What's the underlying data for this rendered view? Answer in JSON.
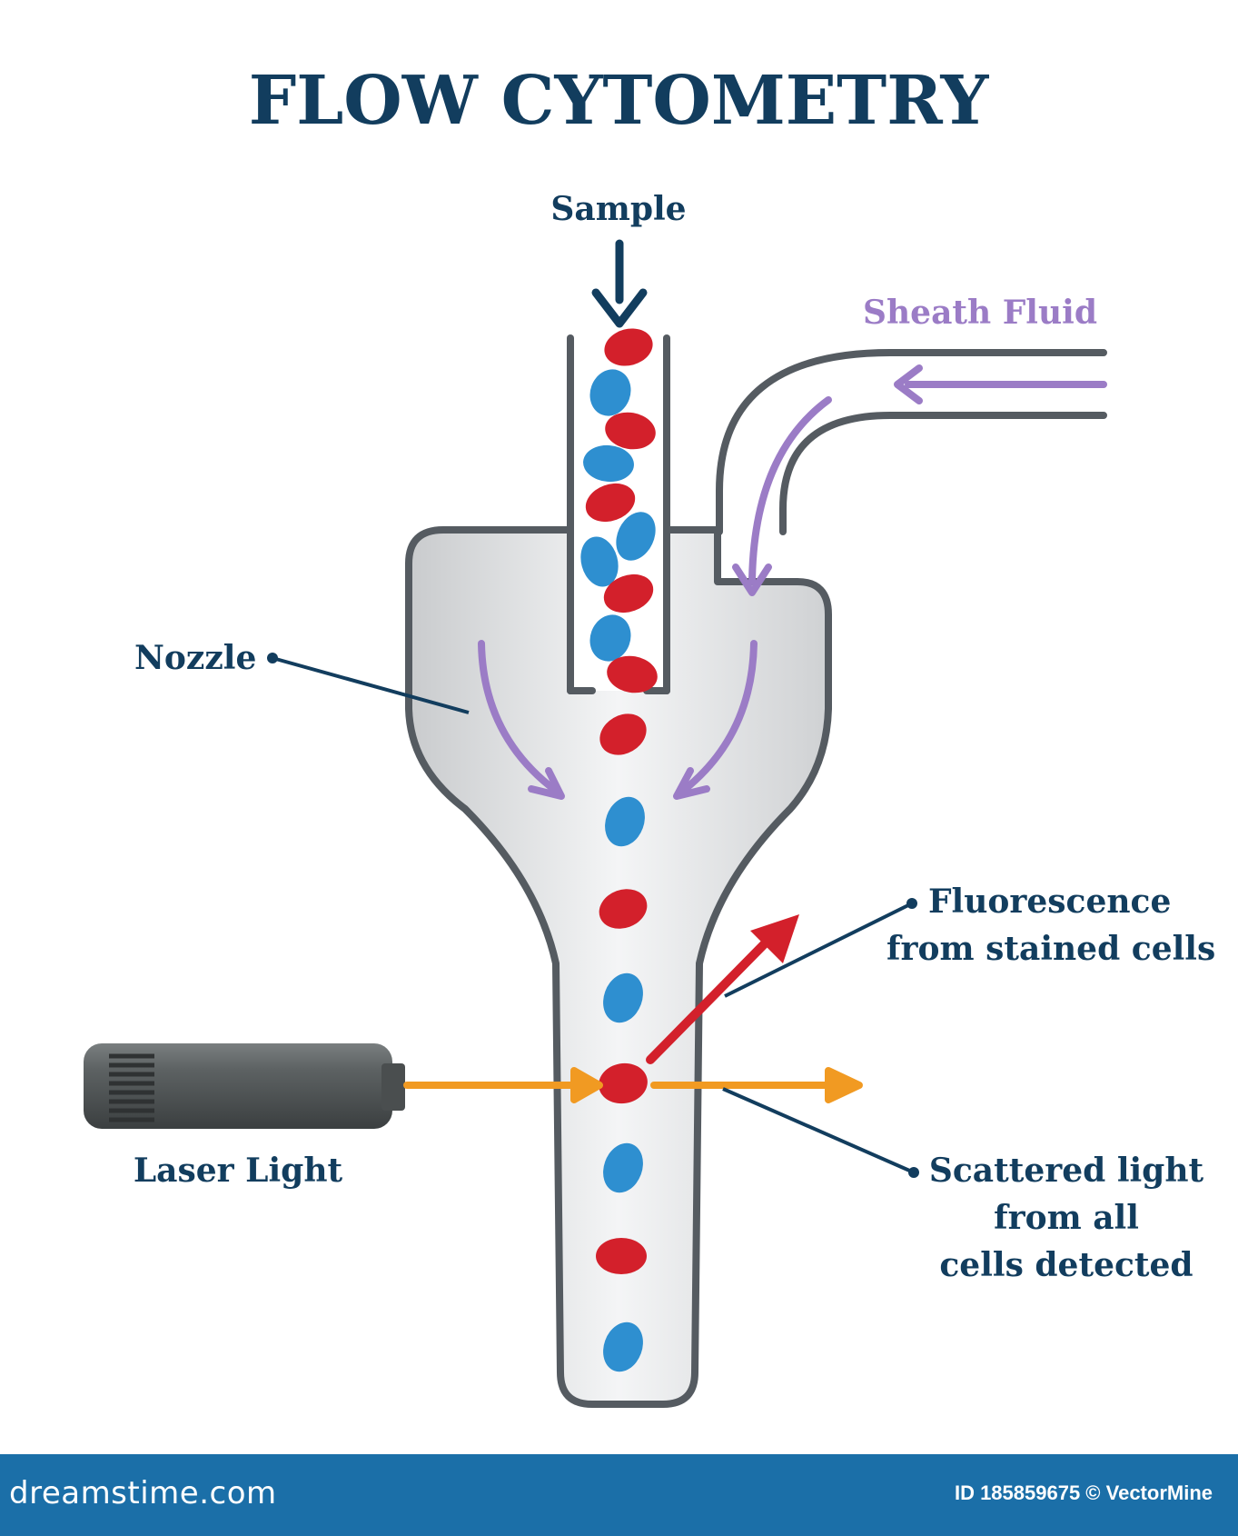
{
  "title": "FLOW CYTOMETRY",
  "labels": {
    "sample": "Sample",
    "sheath_fluid": "Sheath Fluid",
    "nozzle": "Nozzle",
    "fluorescence_line1": "Fluorescence",
    "fluorescence_line2": "from stained cells",
    "laser": "Laser Light",
    "scattered_line1": "Scattered light",
    "scattered_line2": "from all",
    "scattered_line3": "cells detected"
  },
  "footer": {
    "site": "dreamstime.com",
    "id_text": "ID 185859675 © VectorMine"
  },
  "colors": {
    "navy": "#123d5e",
    "purple": "#9b7cc6",
    "red": "#d3202b",
    "blue": "#2e8fd0",
    "orange": "#f19a22",
    "outline": "#555b61",
    "footer": "#1b6fa8"
  }
}
